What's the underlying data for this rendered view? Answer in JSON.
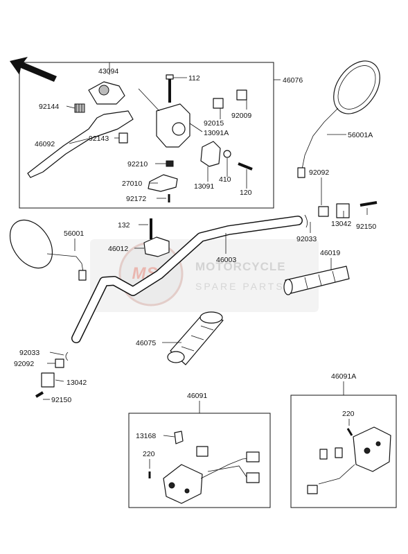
{
  "labels": {
    "l43094": "43094",
    "l112": "112",
    "l46076": "46076",
    "l92144": "92144",
    "l92009": "92009",
    "l92015": "92015",
    "l13091A": "13091A",
    "l46092": "46092",
    "l92143": "92143",
    "l92210": "92210",
    "l13091": "13091",
    "l410": "410",
    "l27010": "27010",
    "l120": "120",
    "l92172": "92172",
    "l56001A": "56001A",
    "l92092a": "92092",
    "l92150a": "92150",
    "l13042a": "13042",
    "l92033a": "92033",
    "l132": "132",
    "l56001": "56001",
    "l46012": "46012",
    "l46003": "46003",
    "l46019": "46019",
    "l92033b": "92033",
    "l92092b": "92092",
    "l13042b": "13042",
    "l92150b": "92150",
    "l46075": "46075",
    "l46091": "46091",
    "l46091A": "46091A",
    "l13168": "13168",
    "l220a": "220",
    "l220b": "220"
  },
  "watermark": {
    "title": "MOTORCYCLE",
    "subtitle": "SPARE PARTS",
    "logo_text": "MSP",
    "color": "#d9d9d9",
    "accent": "#e8b0a8"
  }
}
